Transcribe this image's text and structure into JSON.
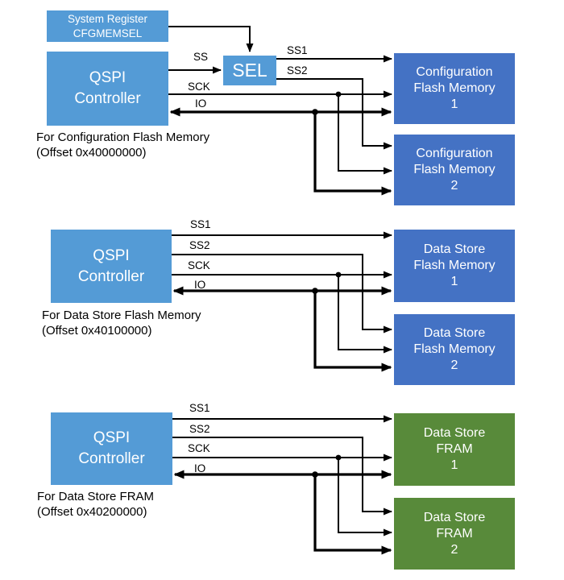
{
  "colors": {
    "box_light_blue": "#549BD6",
    "box_dark_blue": "#4472C4",
    "box_green": "#588A3A",
    "wire_black": "#000000",
    "text_white": "#FFFFFF",
    "text_black": "#000000"
  },
  "system_register": {
    "line1": "System Register",
    "line2": "CFGMEMSEL"
  },
  "sel": {
    "label": "SEL"
  },
  "groups": [
    {
      "controller": {
        "line1": "QSPI",
        "line2": "Controller"
      },
      "caption": {
        "line1": "For Configuration Flash Memory",
        "line2": "(Offset 0x40000000)"
      },
      "signals": {
        "ss": "SS",
        "ss1": "SS1",
        "ss2": "SS2",
        "sck": "SCK",
        "io": "IO"
      },
      "memories": [
        {
          "line1": "Configuration",
          "line2": "Flash Memory",
          "number": "1"
        },
        {
          "line1": "Configuration",
          "line2": "Flash Memory",
          "number": "2"
        }
      ]
    },
    {
      "controller": {
        "line1": "QSPI",
        "line2": "Controller"
      },
      "caption": {
        "line1": "For Data Store Flash Memory",
        "line2": "(Offset 0x40100000)"
      },
      "signals": {
        "ss1": "SS1",
        "ss2": "SS2",
        "sck": "SCK",
        "io": "IO"
      },
      "memories": [
        {
          "line1": "Data Store",
          "line2": "Flash Memory",
          "number": "1"
        },
        {
          "line1": "Data Store",
          "line2": "Flash Memory",
          "number": "2"
        }
      ]
    },
    {
      "controller": {
        "line1": "QSPI",
        "line2": "Controller"
      },
      "caption": {
        "line1": "For Data Store FRAM",
        "line2": "(Offset 0x40200000)"
      },
      "signals": {
        "ss1": "SS1",
        "ss2": "SS2",
        "sck": "SCK",
        "io": "IO"
      },
      "memories": [
        {
          "line1": "Data Store",
          "line2": "FRAM",
          "number": "1"
        },
        {
          "line1": "Data Store",
          "line2": "FRAM",
          "number": "2"
        }
      ]
    }
  ]
}
